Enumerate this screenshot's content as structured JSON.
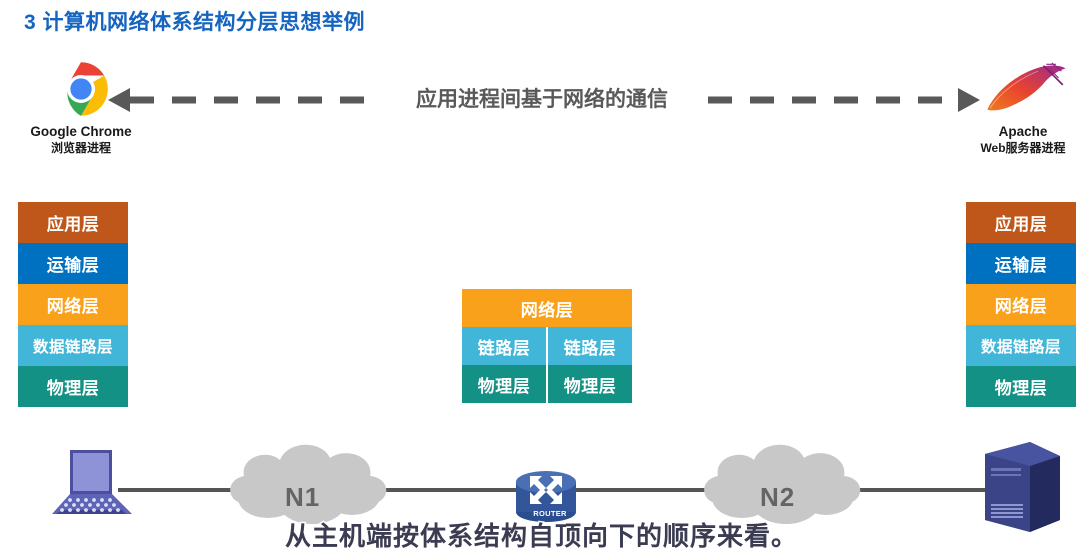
{
  "page": {
    "title": "3 计算机网络体系结构分层思想举例",
    "title_color": "#1565c0"
  },
  "endpoints": {
    "client": {
      "icon": "google-chrome-logo",
      "name": "Google Chrome",
      "role": "浏览器进程"
    },
    "server": {
      "icon": "apache-feather-logo",
      "name": "Apache",
      "role": "Web服务器进程"
    }
  },
  "communication": {
    "label": "应用进程间基于网络的通信",
    "line_style": "dashed",
    "arrow_heads": "both",
    "color": "#595959"
  },
  "stacks": {
    "host_layers": [
      {
        "label": "应用层",
        "color": "#c0571a"
      },
      {
        "label": "运输层",
        "color": "#0070c0"
      },
      {
        "label": "网络层",
        "color": "#f9a11b"
      },
      {
        "label": "数据链路层",
        "color": "#41b6d9"
      },
      {
        "label": "物理层",
        "color": "#139184"
      }
    ],
    "router": {
      "network_layer": {
        "label": "网络层",
        "color": "#f9a11b"
      },
      "link_layer": {
        "left_label": "链路层",
        "right_label": "链路层",
        "color": "#41b6d9"
      },
      "physical_layer": {
        "left_label": "物理层",
        "right_label": "物理层",
        "color": "#139184"
      }
    }
  },
  "topology": {
    "client_device": "laptop-icon",
    "server_device": "server-tower-icon",
    "router_device": "router-icon",
    "router_label": "ROUTER",
    "clouds": [
      {
        "label": "N1",
        "color": "#c8c8c8"
      },
      {
        "label": "N2",
        "color": "#c8c8c8"
      }
    ],
    "link_color": "#555555"
  },
  "overlay": {
    "caption": "从主机端按体系结构自顶向下的顺序来看。"
  }
}
